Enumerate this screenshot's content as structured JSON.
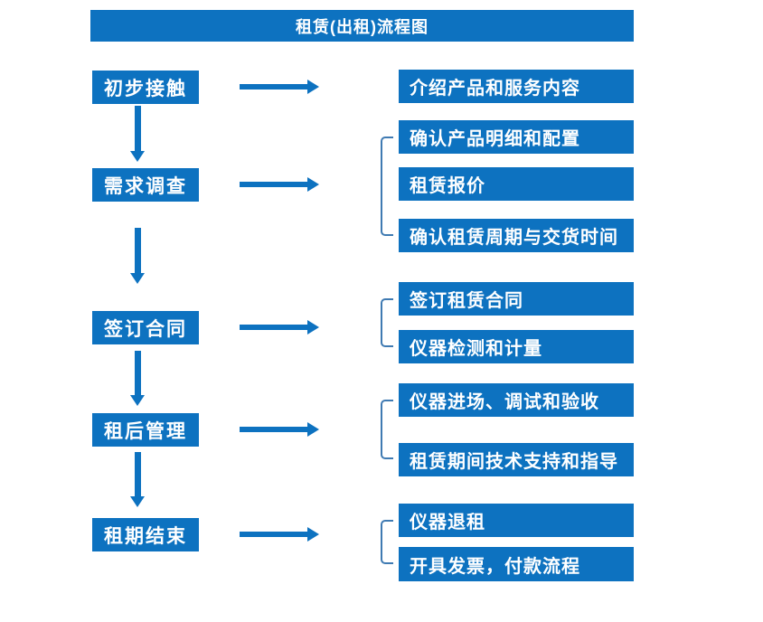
{
  "title": "租赁(出租)流程图",
  "colors": {
    "box_blue": "#0d72c0",
    "arrow_blue": "#0d72c0",
    "bracket_blue": "#3f7ab2",
    "text_white": "#ffffff",
    "background": "#ffffff"
  },
  "flow": {
    "steps": [
      {
        "label": "初步接触",
        "details": [
          "介绍产品和服务内容"
        ]
      },
      {
        "label": "需求调查",
        "details": [
          "确认产品明细和配置",
          "租赁报价",
          "确认租赁周期与交货时间"
        ]
      },
      {
        "label": "签订合同",
        "details": [
          "签订租赁合同",
          "仪器检测和计量"
        ]
      },
      {
        "label": "租后管理",
        "details": [
          "仪器进场、调试和验收",
          "租赁期间技术支持和指导"
        ]
      },
      {
        "label": "租期结束",
        "details": [
          "仪器退租",
          "开具发票，付款流程"
        ]
      }
    ]
  }
}
